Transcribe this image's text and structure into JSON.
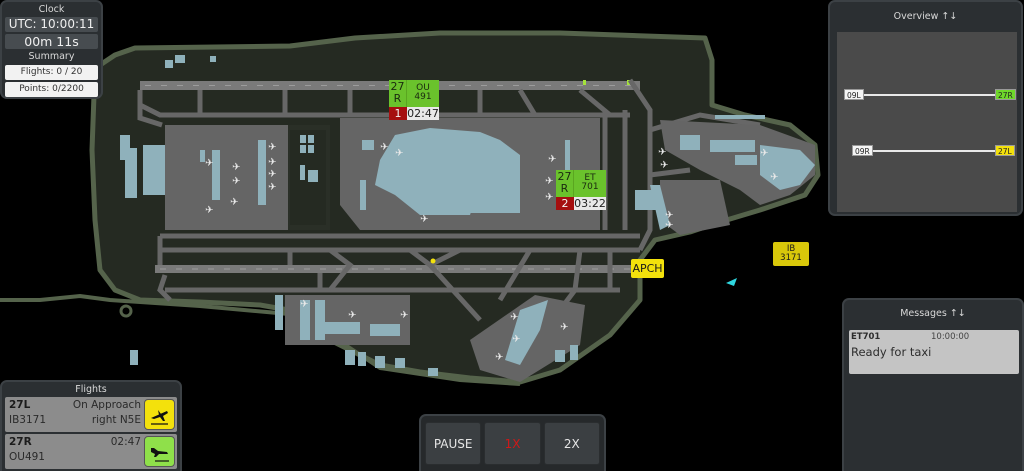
{
  "clock": {
    "title": "Clock",
    "utc": "UTC: 10:00:11",
    "elapsed": "00m 11s",
    "summary_title": "Summary",
    "flights": "Flights: 0 / 20",
    "points": "Points: 0/2200"
  },
  "overview": {
    "title": "Overview ↑↓",
    "runways": [
      {
        "left": "09L",
        "right": "27R",
        "right_color": "#6fd82a"
      },
      {
        "left": "09R",
        "right": "27L",
        "right_color": "#f3e10c"
      }
    ]
  },
  "messages": {
    "title": "Messages ↑↓",
    "items": [
      {
        "callsign": "ET701",
        "time": "10:00:00",
        "text": "Ready for taxi"
      }
    ]
  },
  "flights": {
    "title": "Flights",
    "items": [
      {
        "runway": "27L",
        "callsign": "IB3171",
        "status_line1": "On Approach",
        "status_line2": "right N5E",
        "icon": "arrival-icon",
        "icon_color": "#f3e10c"
      },
      {
        "runway": "27R",
        "callsign": "OU491",
        "status_line1": "02:47",
        "status_line2": "",
        "icon": "departure-icon",
        "icon_color": "#8fe04a"
      }
    ]
  },
  "speed_controls": {
    "pause": "PAUSE",
    "one_x": "1X",
    "two_x": "2X",
    "active": "1X"
  },
  "map": {
    "strips": [
      {
        "runway_num": "27",
        "runway_side": "R",
        "airline": "OU",
        "flight_no": "491",
        "sequence": "1",
        "time": "02:47"
      },
      {
        "runway_num": "27",
        "runway_side": "R",
        "airline": "ET",
        "flight_no": "701",
        "sequence": "2",
        "time": "03:22"
      }
    ],
    "apch_label": "APCH",
    "arrival_tag": {
      "airline": "IB",
      "flight_no": "3171"
    },
    "colors": {
      "ground": "#252a22",
      "taxiway": "#6b6b6b",
      "apron": "#656565",
      "terminal": "#8fb1bb",
      "perimeter": "#55634b",
      "departure_strip": "#6ac22c",
      "approach_tag": "#f3e10c"
    }
  }
}
